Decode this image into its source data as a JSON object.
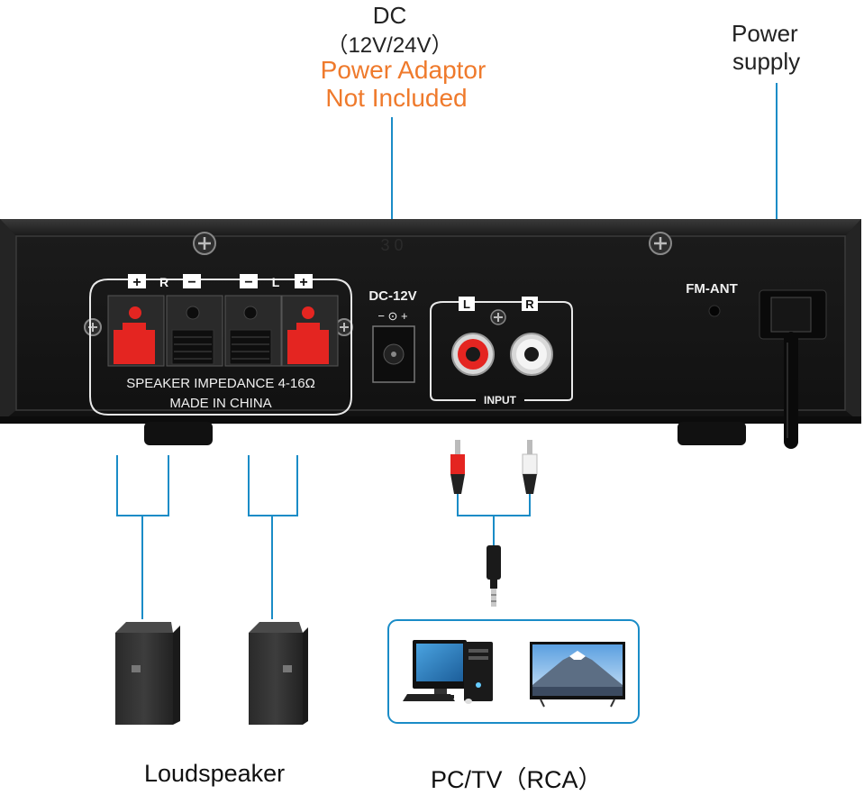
{
  "callouts": {
    "dc_title": "DC",
    "dc_voltage": "（12V/24V）",
    "adaptor_line1": "Power Adaptor",
    "adaptor_line2": "Not Included",
    "power_supply_line1": "Power",
    "power_supply_line2": "supply"
  },
  "panel": {
    "terminal_signs": [
      "+",
      "R",
      "−",
      "−",
      "L",
      "+"
    ],
    "impedance_text": "SPEAKER IMPEDANCE 4-16Ω",
    "made_in_text": "MADE IN CHINA",
    "dc_label": "DC-12V",
    "dc_polarity": "− ⊙ +",
    "input_left": "L",
    "input_right": "R",
    "input_label": "INPUT",
    "fm_label": "FM-ANT",
    "serial_mark": "3 0"
  },
  "bottom_labels": {
    "loudspeaker": "Loudspeaker",
    "pctv": "PC/TV（RCA）"
  },
  "colors": {
    "accent_orange": "#ef7a2c",
    "connector_blue": "#1a8cc7",
    "panel_black": "#141414",
    "terminal_red": "#e42521"
  }
}
